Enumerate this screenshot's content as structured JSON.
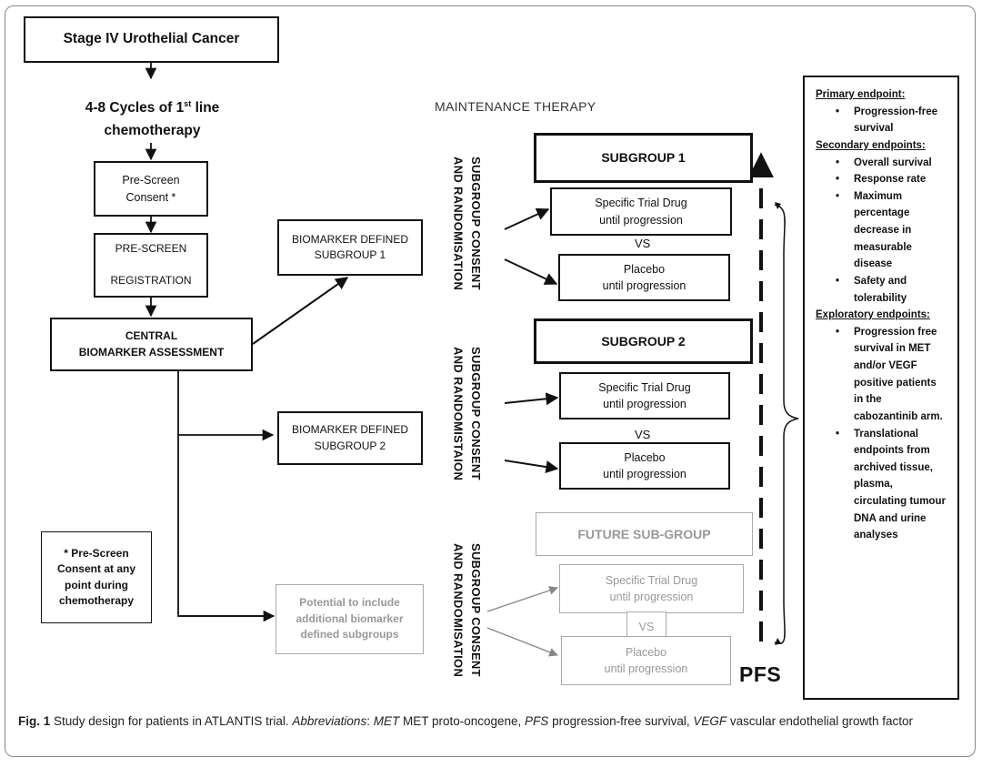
{
  "stage": "Stage IV Urothelial Cancer",
  "cycles": {
    "part1": "4-8 Cycles of 1",
    "sup": "st",
    "part2": " line",
    "line2": "chemotherapy"
  },
  "pre_screen_consent": "Pre-Screen\nConsent *",
  "pre_screen_registration": "PRE-SCREEN\n\nREGISTRATION",
  "central_biomarker": "CENTRAL\nBIOMARKER  ASSESSMENT",
  "biomarker_sub1": "BIOMARKER  DEFINED\nSUBGROUP  1",
  "biomarker_sub2": "BIOMARKER  DEFINED\nSUBGROUP  2",
  "potential": "Potential to include\nadditional biomarker\ndefined subgroups",
  "consent_note": "* Pre-Screen\nConsent at any\npoint during\nchemotherapy",
  "maintenance": "MAINTENANCE THERAPY",
  "randomisation_labels": [
    "SUBGROUP CONSENT\nAND RANDOMISATION",
    "SUBGROUP CONSENT\nAND RANDOMISTAION",
    "SUBGROUP CONSENT\nAND RANDOMISATION"
  ],
  "subgroups": [
    {
      "title": "SUBGROUP 1",
      "drug": "Specific Trial Drug\nuntil progression",
      "vs": "VS",
      "placebo": "Placebo\nuntil progression"
    },
    {
      "title": "SUBGROUP 2",
      "drug": "Specific Trial Drug\nuntil progression",
      "vs": "VS",
      "placebo": "Placebo\nuntil progression"
    },
    {
      "title": "FUTURE SUB-GROUP",
      "drug": "Specific Trial Drug\nuntil progression",
      "vs": "VS",
      "placebo": "Placebo\nuntil progression"
    }
  ],
  "pfs": "PFS",
  "endpoints": {
    "primary_title": "Primary endpoint:",
    "primary": [
      "Progression-free survival"
    ],
    "secondary_title": "Secondary endpoints:",
    "secondary": [
      "Overall survival",
      "Response rate",
      "Maximum percentage decrease in measurable disease",
      "Safety and tolerability"
    ],
    "exploratory_title": "Exploratory endpoints:",
    "exploratory": [
      "Progression free survival in MET and/or VEGF positive patients in the cabozantinib arm.",
      "Translational endpoints from archived tissue, plasma, circulating tumour DNA and urine analyses"
    ]
  },
  "caption": {
    "fig": "Fig. 1",
    "t1": " Study design for patients in ATLANTIS trial. ",
    "abbr": "Abbreviations",
    "t2": ": ",
    "met": "MET",
    "t3": " MET proto-oncogene, ",
    "pfs": "PFS",
    "t4": " progression-free survival, ",
    "vegf": "VEGF",
    "t5": " vascular endothelial growth factor"
  }
}
